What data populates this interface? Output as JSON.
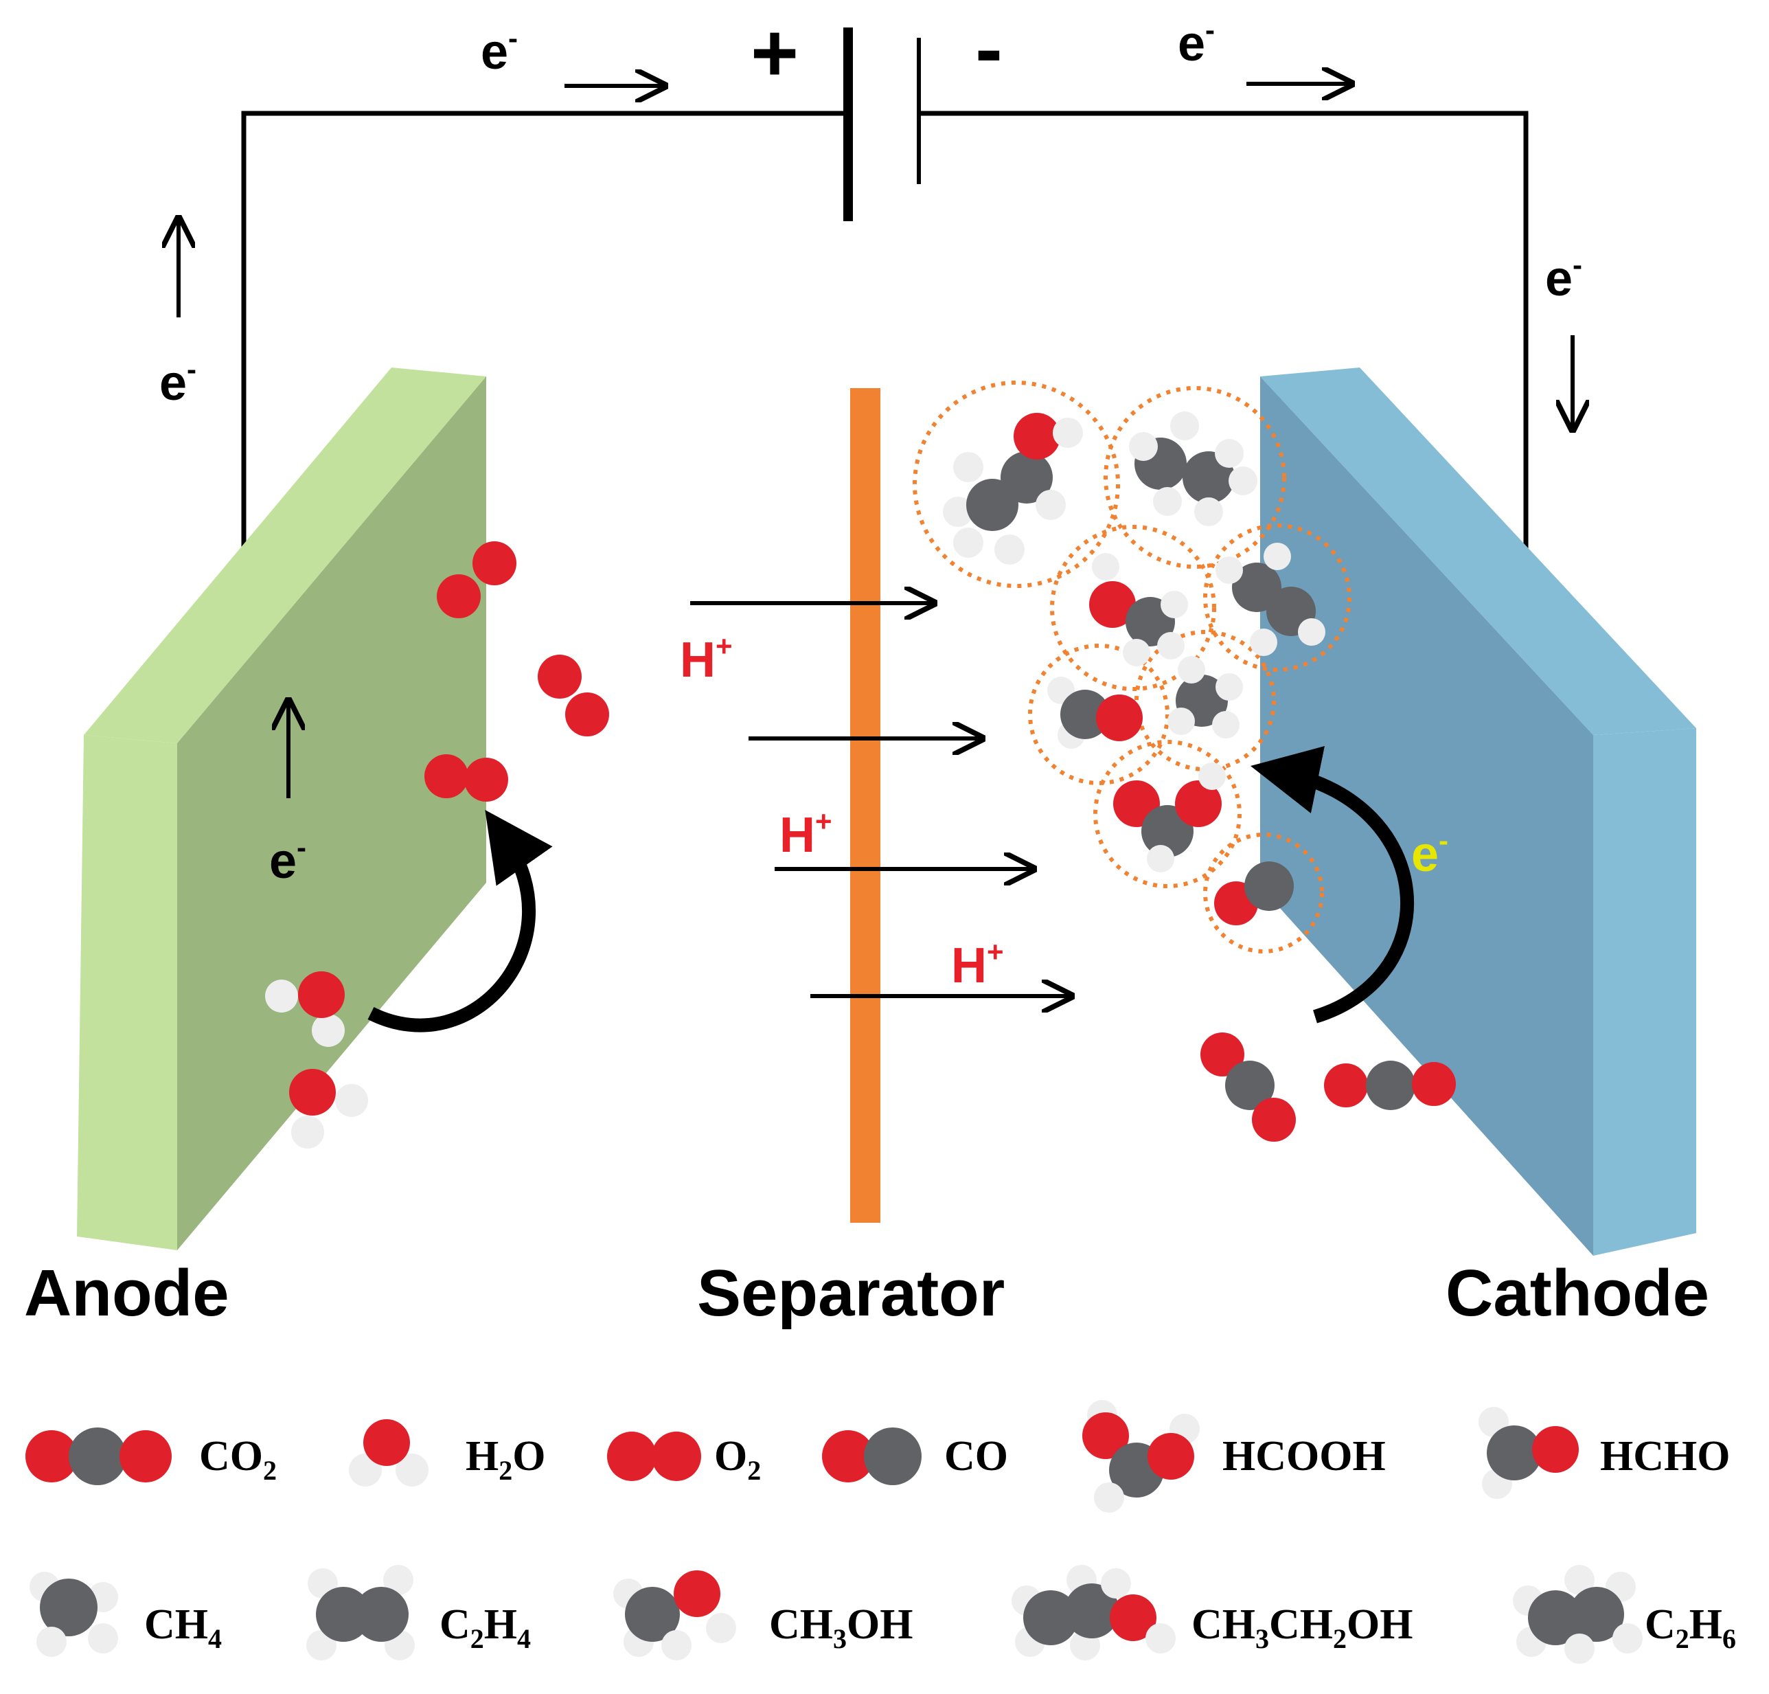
{
  "circuit": {
    "electron": "e",
    "electron_sup": "-",
    "plus": "+",
    "minus": "-"
  },
  "cell": {
    "anode_label": "Anode",
    "separator_label": "Separator",
    "cathode_label": "Cathode",
    "proton": "H",
    "proton_sup": "+",
    "cathode_electron_color": "#e6e600"
  },
  "colors": {
    "anode_face": "#9ab57d",
    "anode_side": "#c2e19d",
    "cathode_face": "#6f9ebb",
    "cathode_side": "#86bdd6",
    "separator": "#f08232",
    "oxygen": "#e0202a",
    "carbon": "#606266",
    "hydrogen": "#eeeeee",
    "proton_text": "#e8202a",
    "halo": "#f08232"
  },
  "legend": {
    "row1": [
      {
        "molecule": "CO2",
        "label": "CO",
        "sub": "2"
      },
      {
        "molecule": "H2O",
        "label": "H",
        "sub": "2",
        "tail": "O"
      },
      {
        "molecule": "O2",
        "label": "O",
        "sub": "2"
      },
      {
        "molecule": "CO",
        "label": "CO"
      },
      {
        "molecule": "HCOOH",
        "label": "HCOOH"
      },
      {
        "molecule": "HCHO",
        "label": "HCHO"
      }
    ],
    "row2": [
      {
        "molecule": "CH4",
        "label": "CH",
        "sub": "4"
      },
      {
        "molecule": "C2H4",
        "label": "C",
        "sub": "2",
        "tail": "H",
        "sub2": "4"
      },
      {
        "molecule": "CH3OH",
        "label": "CH",
        "sub": "3",
        "tail": "OH"
      },
      {
        "molecule": "CH3CH2OH",
        "label": "CH",
        "sub": "3",
        "tail": "CH",
        "sub2": "2",
        "tail2": "OH"
      },
      {
        "molecule": "C2H6",
        "label": "C",
        "sub": "2",
        "tail": "H",
        "sub2": "6"
      }
    ]
  }
}
